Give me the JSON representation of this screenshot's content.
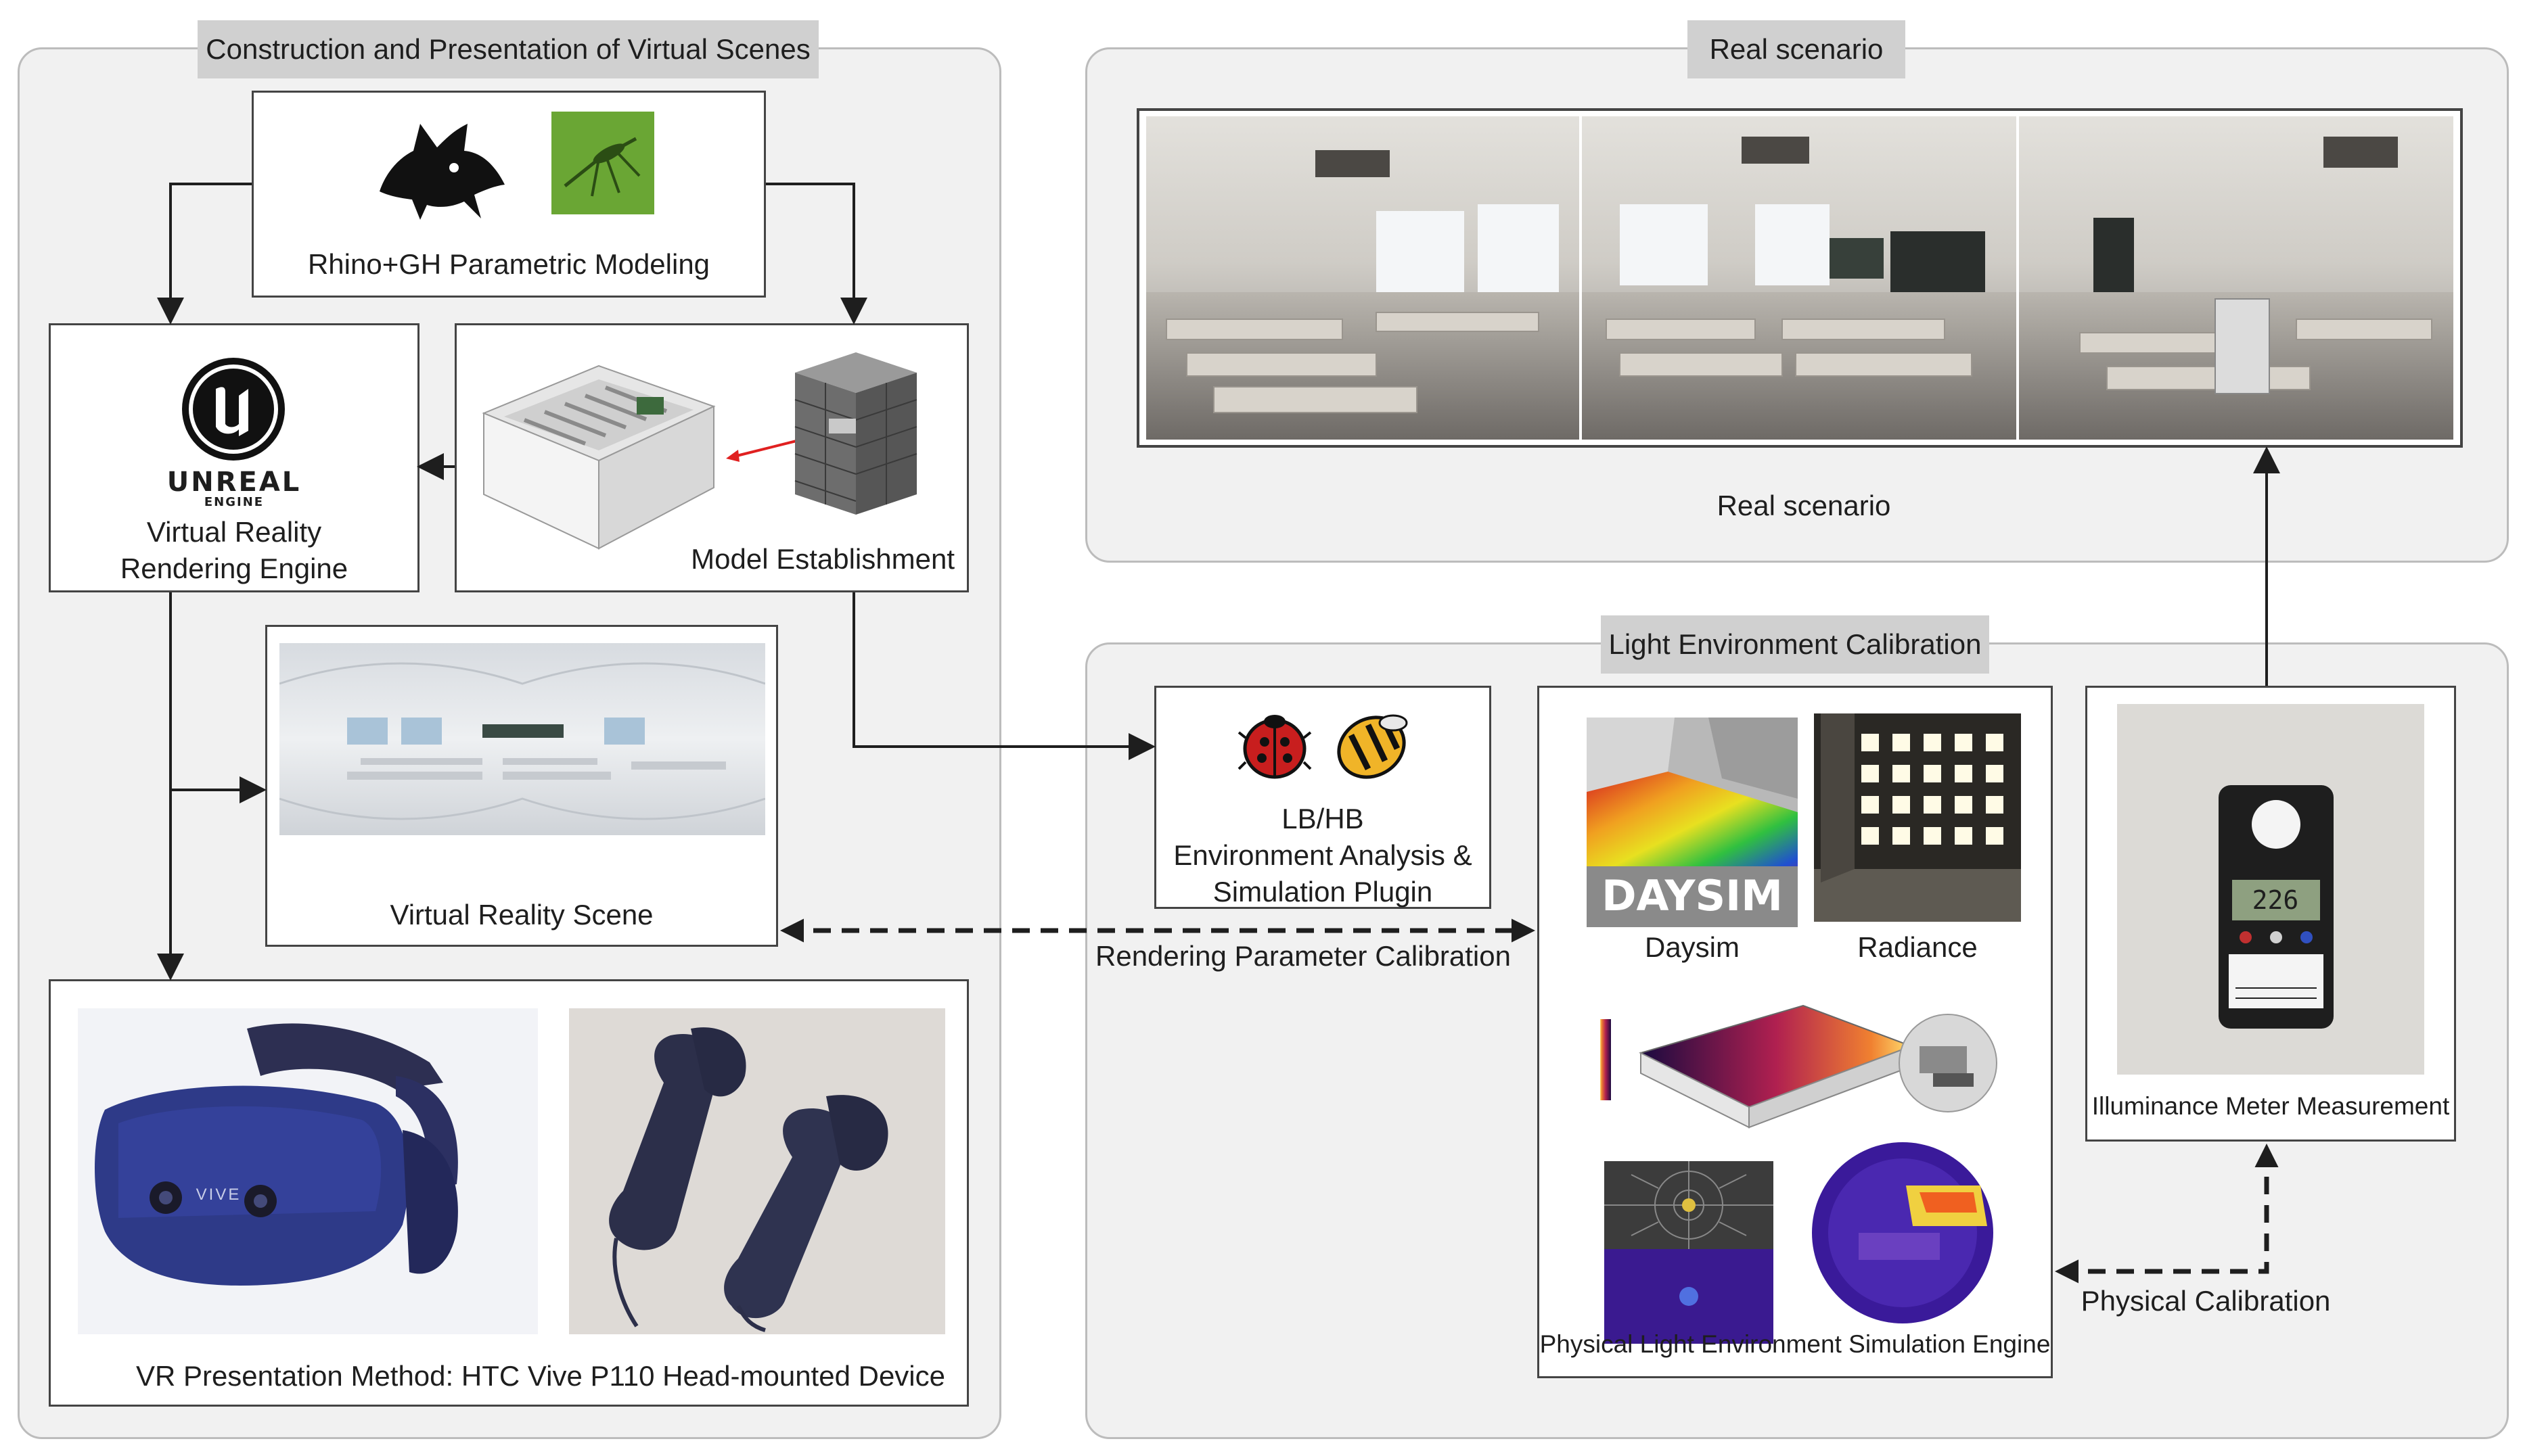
{
  "left_panel": {
    "title": "Construction and Presentation of Virtual Scenes"
  },
  "rhino_box": {
    "label": "Rhino+GH Parametric Modeling",
    "icons": [
      "rhino-icon",
      "grasshopper-icon"
    ]
  },
  "unreal_box": {
    "logo_word": "UNREAL",
    "logo_sub": "ENGINE",
    "label_line1": "Virtual Reality",
    "label_line2": "Rendering Engine"
  },
  "model_box": {
    "label": "Model Establishment"
  },
  "vr_scene_box": {
    "label": "Virtual Reality Scene"
  },
  "htc_box": {
    "label": "VR Presentation Method: HTC Vive P110 Head-mounted Device",
    "headset_brand": "VIVE"
  },
  "real_panel": {
    "title": "Real scenario",
    "caption": "Real scenario"
  },
  "light_panel": {
    "title": "Light Environment Calibration"
  },
  "lbhb_box": {
    "line1": "LB/HB",
    "line2": "Environment Analysis &",
    "line3": "Simulation Plugin",
    "icons": [
      "ladybug-icon",
      "honeybee-icon"
    ]
  },
  "sim_box": {
    "daysim_logo": "DAYSIM",
    "daysim_label": "Daysim",
    "radiance_label": "Radiance",
    "label": "Physical Light Environment Simulation Engine"
  },
  "meter_box": {
    "label": "Illuminance Meter Measurement",
    "display_value": "226"
  },
  "connectors": {
    "rendering_calibration": "Rendering Parameter Calibration",
    "physical_calibration": "Physical Calibration"
  },
  "colors": {
    "panel_bg": "#f1f1f1",
    "title_bg": "#d0d0d0",
    "arrow_red": "#e02020",
    "line": "#1e1e1e"
  }
}
